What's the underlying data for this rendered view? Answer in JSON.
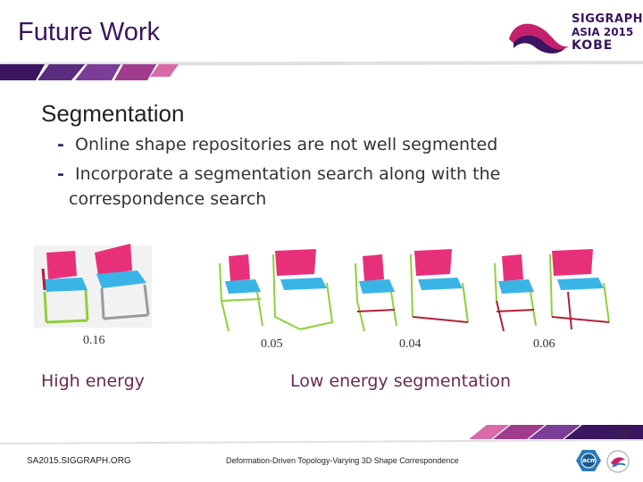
{
  "slide": {
    "title": "Future Work",
    "number": "33"
  },
  "logo": {
    "line1": "SIGGRAPH",
    "line2": "ASIA 2015",
    "line3": "KOBE"
  },
  "content": {
    "heading": "Segmentation",
    "bullets": [
      "Online shape repositories are not well segmented",
      "Incorporate a segmentation search along with the"
    ],
    "bullet2_continuation": "correspondence search"
  },
  "figure": {
    "energies": [
      "0.16",
      "0.05",
      "0.04",
      "0.06"
    ],
    "captions": {
      "high": "High energy",
      "low": "Low energy segmentation"
    }
  },
  "footer": {
    "left": "SA2015.SIGGRAPH.ORG",
    "center": "Deformation-Driven Topology-Varying 3D Shape Correspondence",
    "acm": "acm"
  },
  "colors": {
    "brand_purple": "#3a1560",
    "brand_magenta": "#c4216c",
    "chair_pink": "#e8307a",
    "chair_blue": "#3ab4e6",
    "chair_green": "#8fcf3a",
    "chair_red": "#b0203a",
    "caption": "#6b2a4e"
  }
}
